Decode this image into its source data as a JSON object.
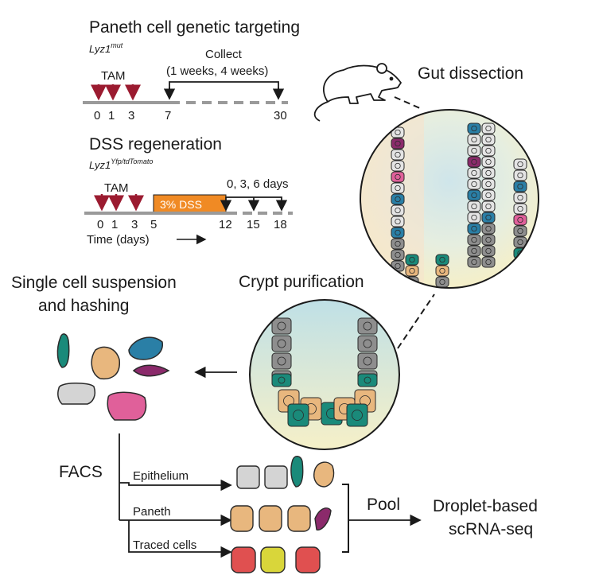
{
  "paneth": {
    "title": "Paneth cell genetic targeting",
    "genotype": "Lyz1",
    "genotype_sup": "mut",
    "tam": "TAM",
    "collect": "Collect",
    "collect_times": "(1 weeks, 4 weeks)",
    "ticks": [
      "0",
      "1",
      "3",
      "7",
      "30"
    ]
  },
  "dss": {
    "title": "DSS regeneration",
    "genotype": "Lyz1",
    "genotype_sup": "Yfp/tdTomato",
    "tam": "TAM",
    "dss_label": "3% DSS",
    "collect_times": "0, 3, 6 days",
    "ticks": [
      "0",
      "1",
      "3",
      "5",
      "12",
      "15",
      "18"
    ],
    "time_label": "Time (days)"
  },
  "gut": {
    "label": "Gut dissection"
  },
  "crypt": {
    "label": "Crypt purification"
  },
  "suspension": {
    "label_line1": "Single cell suspension",
    "label_line2": "and hashing"
  },
  "facs": {
    "label": "FACS",
    "branches": [
      "Epithelium",
      "Paneth",
      "Traced cells"
    ]
  },
  "pool": {
    "label": "Pool"
  },
  "output": {
    "line1": "Droplet-based",
    "line2": "scRNA-seq"
  },
  "colors": {
    "arrow_red": "#9b1b30",
    "dss_orange": "#f08a24",
    "paneth_tan": "#e8b77e",
    "stem_teal": "#1a8a7a",
    "goblet_blue": "#2a7fa6",
    "tuft_purple": "#8b2a6b",
    "pink": "#e0609a",
    "grey_cell": "#8e8e8e",
    "traced_red": "#e05050",
    "traced_yellow": "#d9d63a"
  }
}
